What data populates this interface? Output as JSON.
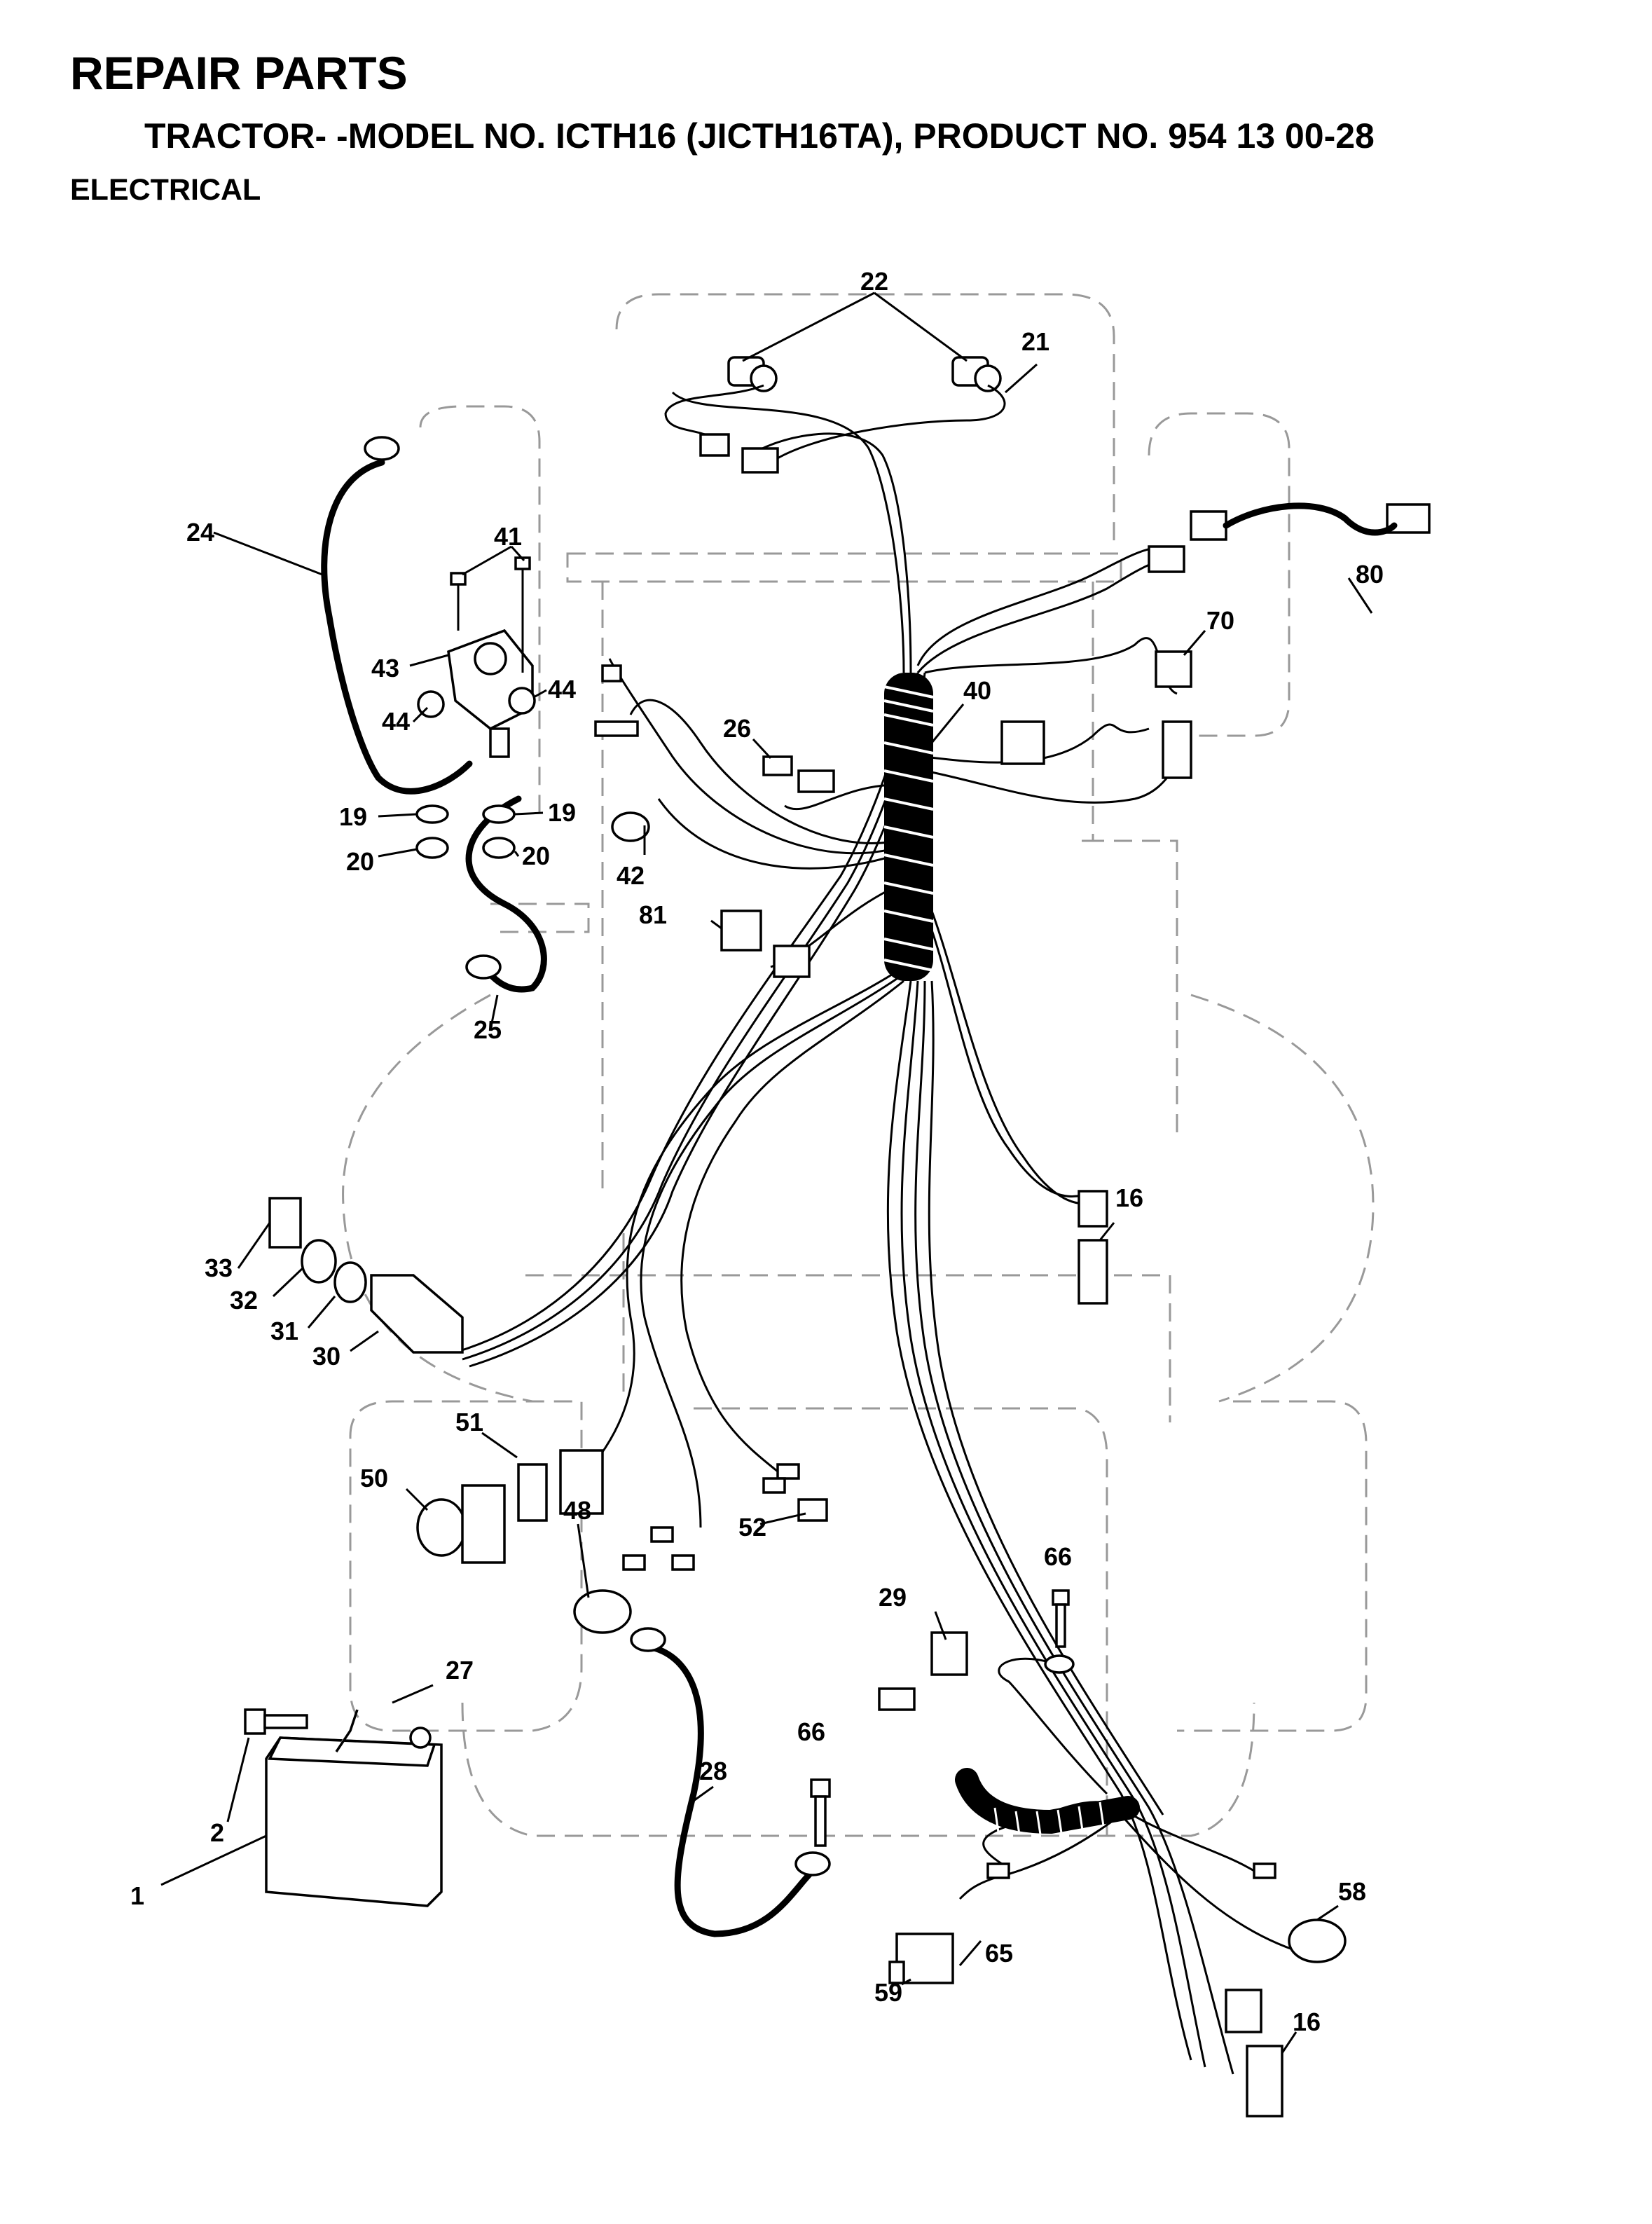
{
  "header": {
    "title": "REPAIR PARTS",
    "subtitle": "TRACTOR- -MODEL NO. ICTH16 (JICTH16TA), PRODUCT NO. 954 13 00-28",
    "section": "ELECTRICAL"
  },
  "callouts": {
    "c1": "1",
    "c2": "2",
    "c16a": "16",
    "c16b": "16",
    "c19a": "19",
    "c19b": "19",
    "c20a": "20",
    "c20b": "20",
    "c21": "21",
    "c22": "22",
    "c24": "24",
    "c25": "25",
    "c26": "26",
    "c27": "27",
    "c28": "28",
    "c29": "29",
    "c30": "30",
    "c31": "31",
    "c32": "32",
    "c33": "33",
    "c40": "40",
    "c41": "41",
    "c42": "42",
    "c43": "43",
    "c44a": "44",
    "c44b": "44",
    "c48": "48",
    "c50": "50",
    "c51": "51",
    "c52": "52",
    "c58": "58",
    "c59": "59",
    "c65": "65",
    "c66a": "66",
    "c66b": "66",
    "c70": "70",
    "c80": "80",
    "c81": "81"
  }
}
